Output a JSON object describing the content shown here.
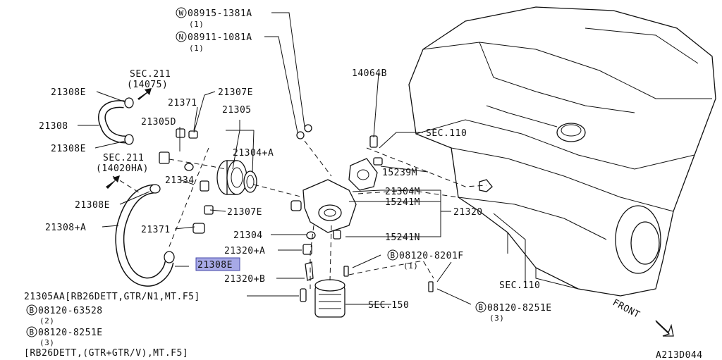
{
  "diagram": {
    "id_code": "A213D044",
    "front_label": "FRONT",
    "labels": {
      "w_part": "08915-1381A",
      "w_prefix": "W",
      "w_qty": "(1)",
      "n_part": "08911-1081A",
      "n_prefix": "N",
      "n_qty": "(1)",
      "sec211_a": "SEC.211",
      "sec211_a_ref": "(14075)",
      "sec211_b": "SEC.211",
      "sec211_b_ref": "(14020HA)",
      "p21308e_top": "21308E",
      "p21308": "21308",
      "p21308e_mid": "21308E",
      "p21308e_low": "21308E",
      "p21308_plus_a": "21308+A",
      "p21308e_highlight": "21308E",
      "p21371_top": "21371",
      "p21307e_top": "21307E",
      "p21305d": "21305D",
      "p21305": "21305",
      "p21304_plus_a": "21304+A",
      "p21334": "21334",
      "p21307e_low": "21307E",
      "p21371_low": "21371",
      "p21304": "21304",
      "p21320_plus_a": "21320+A",
      "p21320_plus_b": "21320+B",
      "p14064b": "14064B",
      "sec110_a": "SEC.110",
      "p15239m": "15239M",
      "p21304m": "21304M",
      "p15241m": "15241M",
      "p21320": "21320",
      "p15241n": "15241N",
      "sec110_b": "SEC.110",
      "b_prefix": "B",
      "b1_part": "08120-8201F",
      "b1_qty": "(1)",
      "sec150": "SEC.150",
      "b2_part": "08120-8251E",
      "b2_qty": "(3)",
      "p21305aa": "21305AA[RB26DETT,GTR/N1,MT.F5]",
      "b3_part": "08120-63528",
      "b3_qty": "(2)",
      "b4_part": "08120-8251E",
      "b4_qty": "(3)",
      "variant_note": "[RB26DETT,(GTR+GTR/V),MT.F5]"
    }
  }
}
